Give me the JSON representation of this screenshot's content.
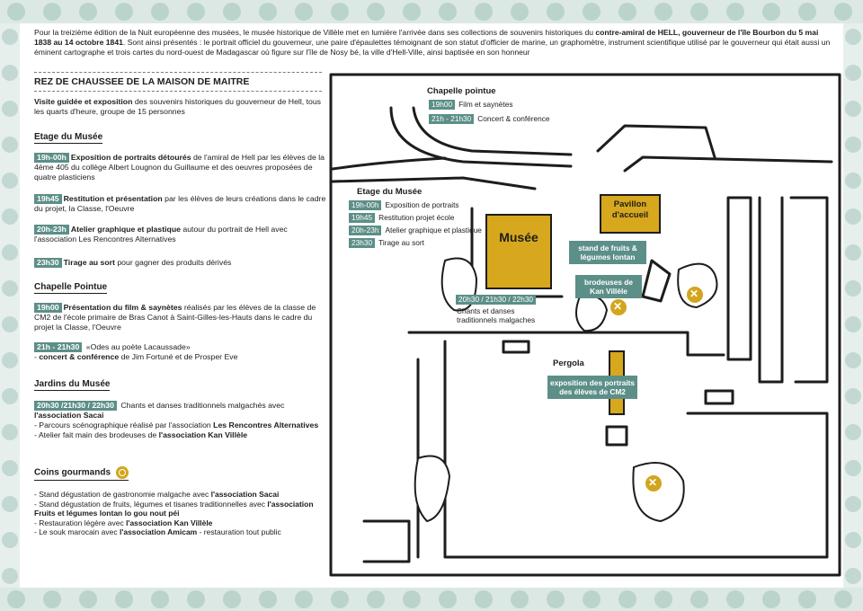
{
  "intro": {
    "part1": "Pour la treizième édition de la Nuit européenne des musées, le musée historique de Villèle met en lumière l'arrivée dans ses collections de souvenirs historiques du ",
    "bold1": "contre-amiral de HELL, gouverneur de l'île Bourbon du 5 mai 1838 au 14 octobre 1841",
    "part2": ". Sont ainsi présentés : le portrait officiel du gouverneur, une paire d'épaulettes témoignant de son statut d'officier de marine, un graphomètre, instrument scientifique utilisé par le gouverneur qui était aussi un éminent cartographe et trois cartes du nord-ouest de Madagascar où figure sur l'île de Nosy bé, la ville d'Hell-Ville, ainsi baptisée en son honneur"
  },
  "left": {
    "heading": "REZ DE CHAUSSEE DE LA MAISON DE MAITRE",
    "visite": {
      "bold": "Visite guidée et exposition",
      "text": " des souvenirs historiques du gouverneur de Hell, tous les quarts d'heure, groupe de 15 personnes"
    },
    "etage": {
      "title": "Etage du Musée",
      "items": [
        {
          "time": "19h-00h",
          "bold": "Exposition de portraits détourés",
          "text": " de l'amiral de Hell par les élèves de la 4ème 405 du collège Albert Lougnon du Guillaume et des oeuvres proposées de quatre plasticiens"
        },
        {
          "time": "19h45",
          "bold": "Restitution et présentation",
          "text": " par les élèves de leurs créations dans le cadre du projet, la Classe, l'Oeuvre"
        },
        {
          "time": "20h-23h",
          "bold": "Atelier graphique et plastique",
          "text": " autour du portrait de Hell avec l'association Les Rencontres Alternatives"
        },
        {
          "time": "23h30",
          "bold": "Tirage au sort",
          "text": " pour gagner des produits dérivés"
        }
      ]
    },
    "chapelle": {
      "title": "Chapelle Pointue",
      "item1": {
        "time": "19h00",
        "bold": "Présentation du film & saynètes",
        "text": " réalisés par les élèves de la classe de CM2 de l'école primaire de Bras Canot à Saint-Gilles-les-Hauts dans le cadre du projet la Classe, l'Oeuvre"
      },
      "item2": {
        "time": "21h - 21h30",
        "quote": " «Odes au poète Lacaussade»",
        "dash": "- ",
        "bold": "concert & conférence",
        "text": " de Jim Fortuné et de Prosper Eve"
      }
    },
    "jardins": {
      "title": "Jardins du Musée",
      "time": "20h30 /21h30 / 22h30",
      "line1a": " Chants et danses traditionnels   malgachés avec ",
      "line1b": "l'association Sacai",
      "line2a": "- Parcours  scénographique réalisé par l'association ",
      "line2b": "Les Rencontres Alternatives",
      "line3a": "- Atelier fait main des brodeuses de ",
      "line3b": "l'association Kan Villèle"
    },
    "coins": {
      "title": "Coins gourmands",
      "items": [
        {
          "a": "- Stand dégustation de gastronomie malgache avec ",
          "b": "l'association Sacai",
          "c": ""
        },
        {
          "a": "- Stand dégustation de fruits, légumes et tisanes traditionnelles avec ",
          "b": "l'association Fruits et légumes lontan lo gou nout péi",
          "c": ""
        },
        {
          "a": "- Restauration légère avec ",
          "b": "l'association Kan Villèle",
          "c": ""
        },
        {
          "a": "- Le souk marocain avec ",
          "b": "l'association Amicam",
          "c": " - restauration tout public"
        }
      ]
    }
  },
  "map": {
    "chapelle_title": "Chapelle pointue",
    "chapelle_items": [
      {
        "time": "19h00",
        "label": "Film et saynètes"
      },
      {
        "time": "21h - 21h30",
        "label": "Concert & conférence"
      }
    ],
    "etage_title": "Etage du Musée",
    "etage_items": [
      {
        "time": "19h-00h",
        "label": "Exposition de portraits"
      },
      {
        "time": "19h45",
        "label": "Restitution projet école"
      },
      {
        "time": "20h-23h",
        "label": "Atelier graphique et plastique"
      },
      {
        "time": "23h30",
        "label": "Tirage au sort"
      }
    ],
    "musee": "Musée",
    "pavillon": "Pavillon d'accueil",
    "stand": "stand de fruits & légumes lontan",
    "brodeuses": "brodeuses de Kan Villèle",
    "jardins_time": "20h30 / 21h30 / 22h30",
    "jardins_label": "Chants et danses traditionnels malgaches",
    "pergola": "Pergola",
    "pergola_expo": "exposition des portraits des élèves de CM2"
  },
  "colors": {
    "teal": "#5c8f88",
    "gold": "#d7a71d",
    "ink": "#1d1d1b"
  }
}
